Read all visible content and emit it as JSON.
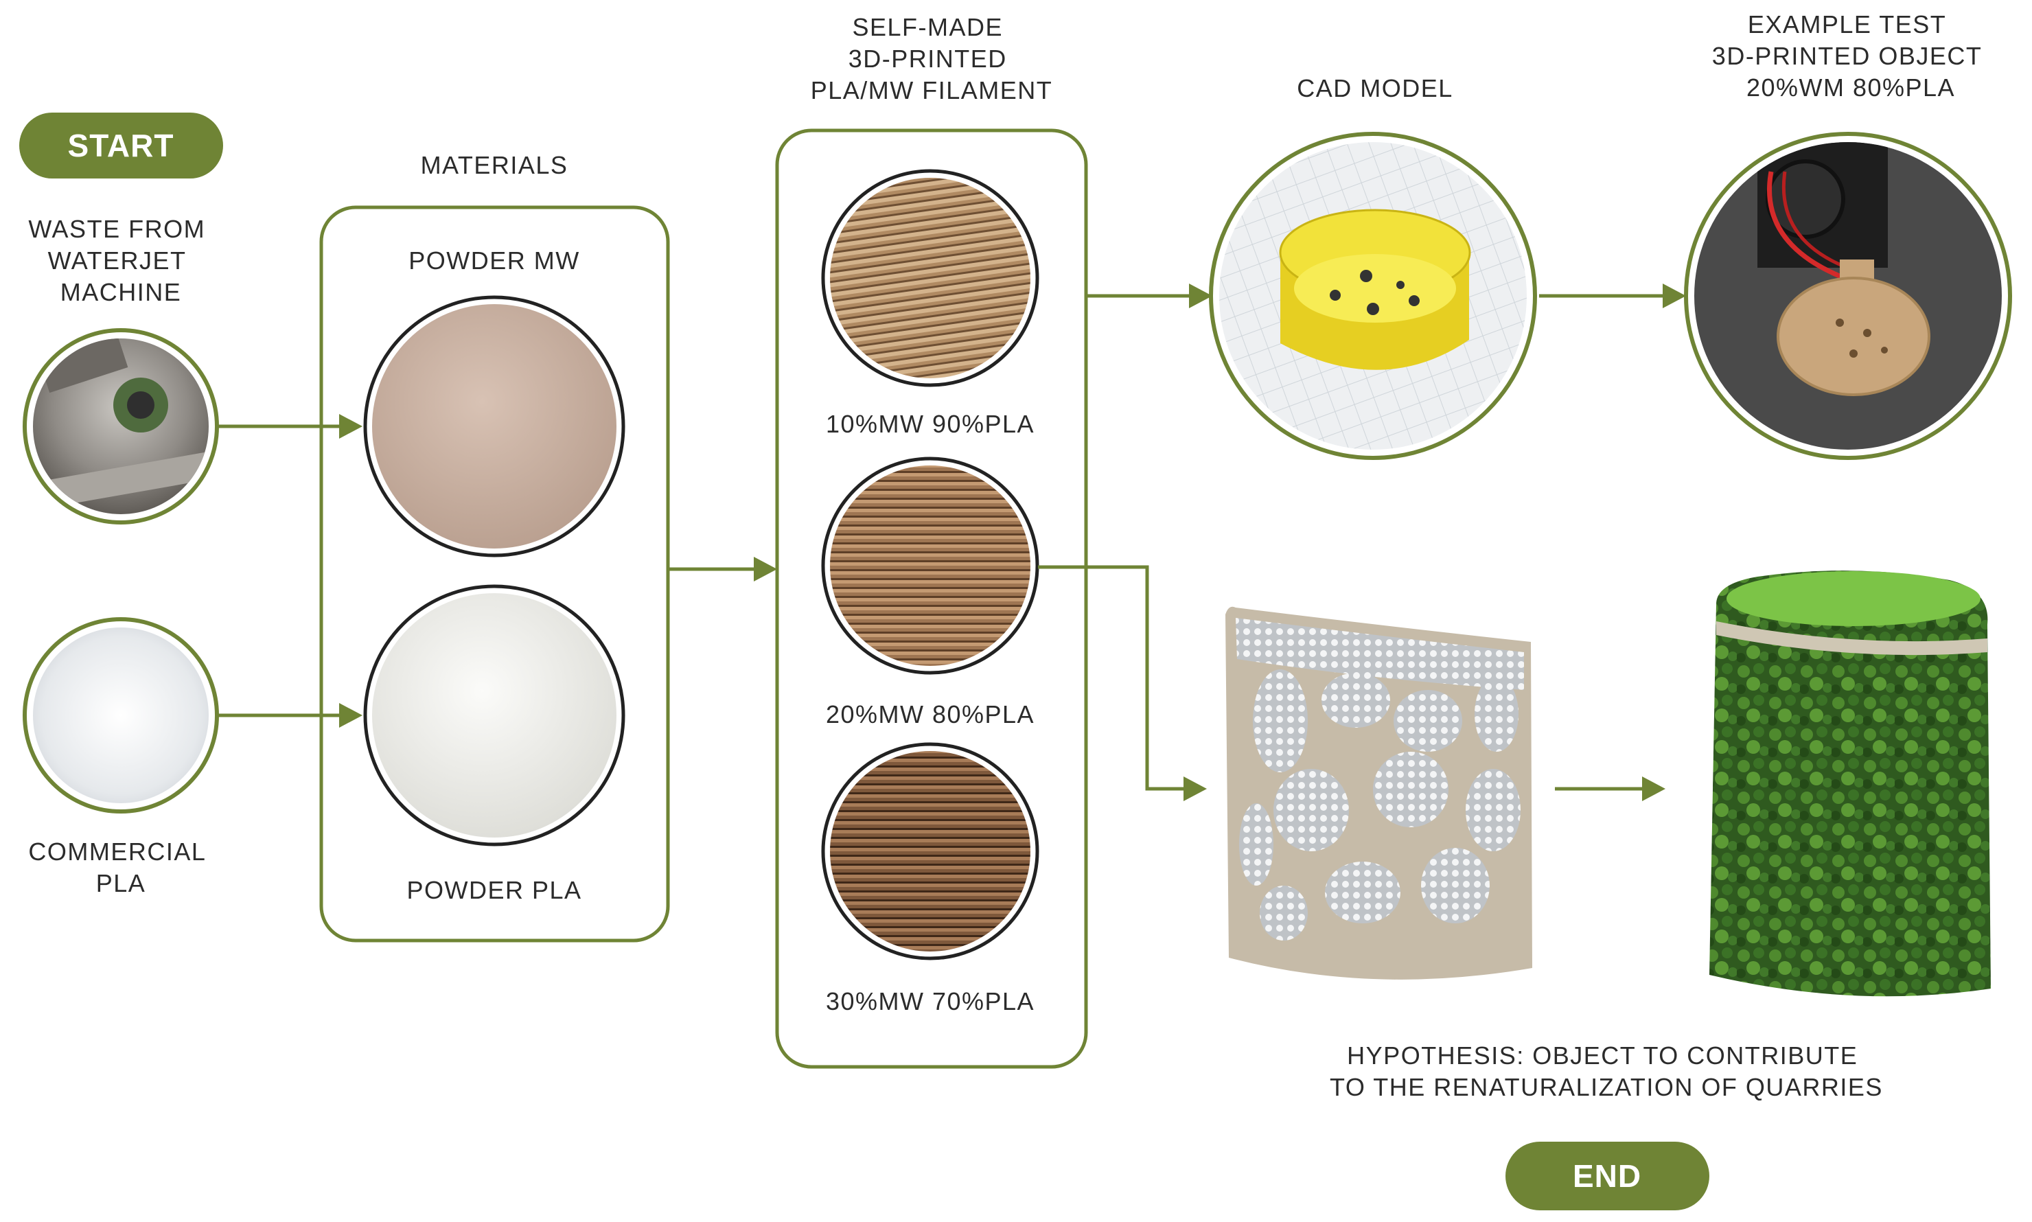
{
  "colors": {
    "accent": "#6f8435",
    "text": "#2b2b2b",
    "pill_text": "#ffffff"
  },
  "start_label": "START",
  "end_label": "END",
  "source": {
    "waste_label": [
      "WASTE FROM",
      "WATERJET",
      "MACHINE"
    ],
    "commercial_label": [
      "COMMERCIAL",
      "PLA"
    ]
  },
  "materials": {
    "title": "MATERIALS",
    "powder_mw": "POWDER MW",
    "powder_pla": "POWDER PLA"
  },
  "filament": {
    "title": [
      "SELF-MADE",
      "3D-PRINTED",
      "PLA/MW FILAMENT"
    ],
    "ratios": [
      "10%MW 90%PLA",
      "20%MW 80%PLA",
      "30%MW 70%PLA"
    ]
  },
  "cad": {
    "title": "CAD MODEL"
  },
  "example": {
    "title": [
      "EXAMPLE TEST",
      "3D-PRINTED OBJECT",
      "20%WM 80%PLA"
    ]
  },
  "hypothesis": [
    "HYPOTHESIS:  OBJECT TO CONTRIBUTE",
    "TO THE RENATURALIZATION OF QUARRIES"
  ]
}
